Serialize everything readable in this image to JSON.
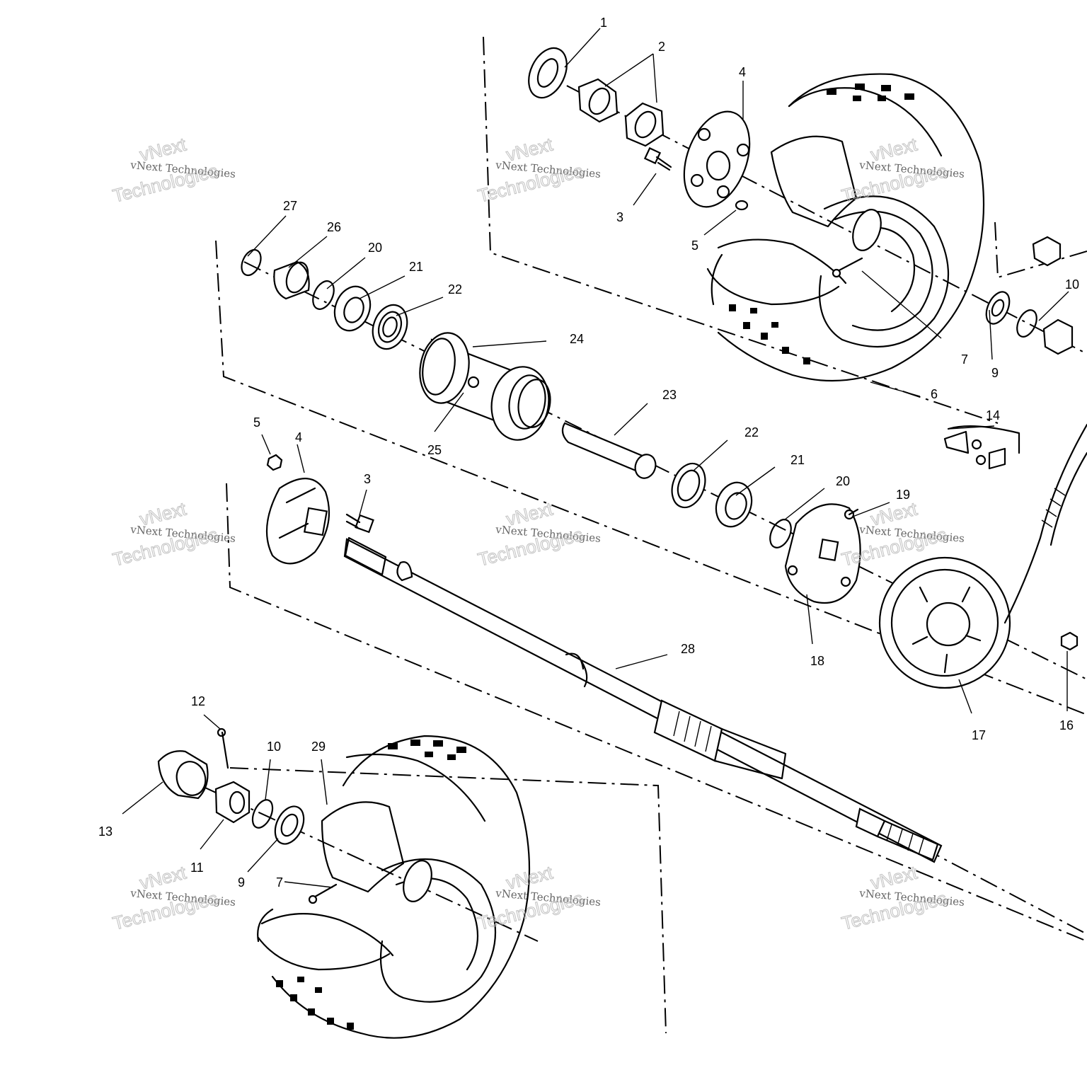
{
  "watermark": {
    "line1": "vNext",
    "line2": "vNext Technologies",
    "line3": "Technologies"
  },
  "callouts": {
    "c1": "1",
    "c2": "2",
    "c3a": "3",
    "c4a": "4",
    "c5a": "5",
    "c6": "6",
    "c7a": "7",
    "c9a": "9",
    "c10a": "10",
    "c14": "14",
    "c16": "16",
    "c17": "17",
    "c18": "18",
    "c19": "19",
    "c20a": "20",
    "c20b": "20",
    "c21a": "21",
    "c21b": "21",
    "c22a": "22",
    "c22b": "22",
    "c23": "23",
    "c24": "24",
    "c25": "25",
    "c26": "26",
    "c27": "27",
    "c5b": "5",
    "c4b": "4",
    "c3b": "3",
    "c28": "28",
    "c12": "12",
    "c10b": "10",
    "c29": "29",
    "c13": "13",
    "c11": "11",
    "c9b": "9",
    "c7b": "7"
  }
}
